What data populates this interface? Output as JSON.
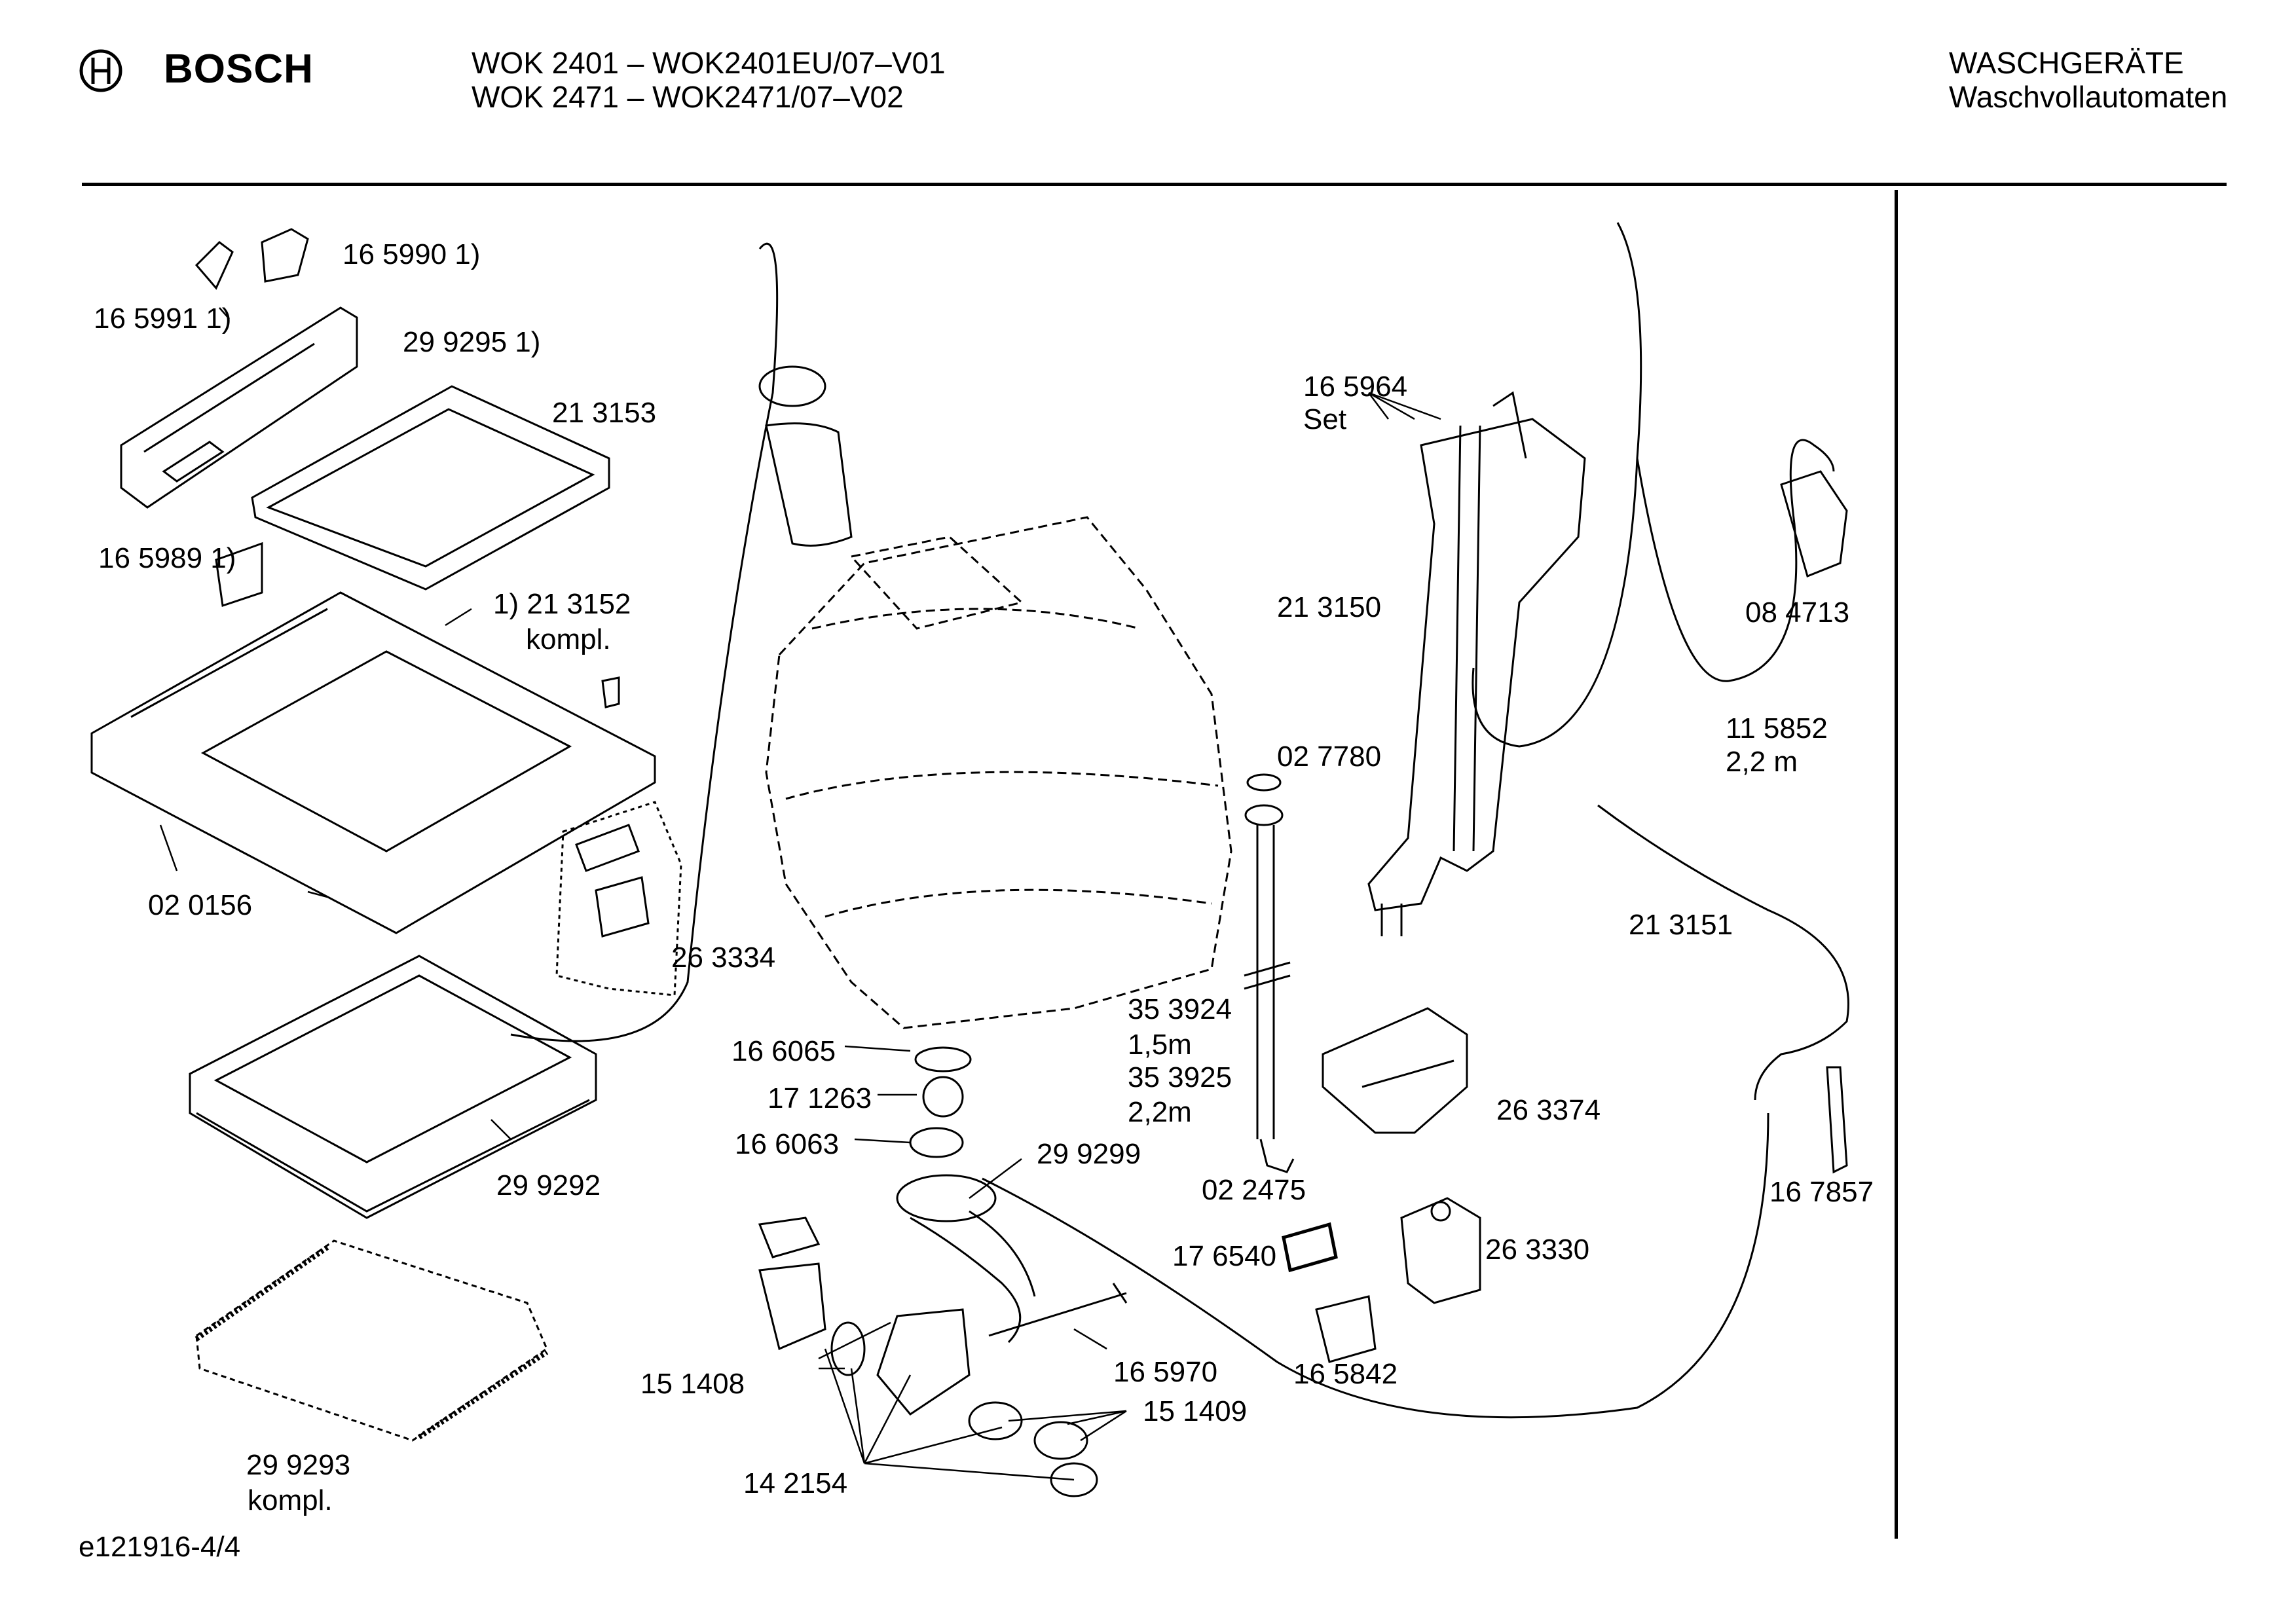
{
  "header": {
    "brand": "BOSCH",
    "models": [
      "WOK 2401 – WOK2401EU/07–V01",
      "WOK 2471 – WOK2471/07–V02"
    ],
    "category": "WASCHGERÄTE",
    "subcategory": "Waschvollautomaten"
  },
  "parts": {
    "p165990": "16 5990 1)",
    "p165991": "16 5991 1)",
    "p299295": "29 9295 1)",
    "p213153": "21 3153",
    "p165989": "16 5989 1)",
    "p213152a": "1) 21 3152",
    "p213152b": "kompl.",
    "p020156": "02 0156",
    "p263334": "26 3334",
    "p299292": "29 9292",
    "p299293a": "29 9293",
    "p299293b": "kompl.",
    "p166065": "16 6065",
    "p171263": "17 1263",
    "p166063": "16 6063",
    "p299299": "29 9299",
    "p151408": "15 1408",
    "p142154": "14 2154",
    "p165970": "16 5970",
    "p151409": "15 1409",
    "p165964a": "16 5964",
    "p165964b": "Set",
    "p213150": "21 3150",
    "p027780": "02 7780",
    "p353924a": "35 3924",
    "p353924b": "1,5m",
    "p353925a": "35 3925",
    "p353925b": "2,2m",
    "p022475": "02 2475",
    "p176540": "17 6540",
    "p165842": "16 5842",
    "p263330": "26 3330",
    "p263374": "26 3374",
    "p084713": "08 4713",
    "p115852a": "11 5852",
    "p115852b": "2,2 m",
    "p213151": "21 3151",
    "p167857": "16 7857"
  },
  "footer": {
    "code": "e121916-4/4"
  }
}
